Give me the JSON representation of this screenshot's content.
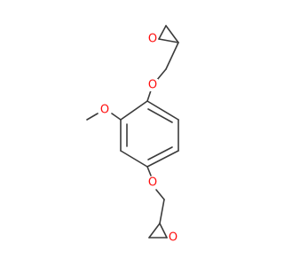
{
  "molecule": {
    "atoms": [
      {
        "label": "O",
        "color": "#ff0d0d"
      },
      {
        "label": "O",
        "color": "#ff0d0d"
      },
      {
        "label": "O",
        "color": "#ff0d0d"
      },
      {
        "label": "O",
        "color": "#ff0d0d"
      },
      {
        "label": "O",
        "color": "#ff0d0d"
      }
    ],
    "bond_color": "#3b3b3b"
  }
}
